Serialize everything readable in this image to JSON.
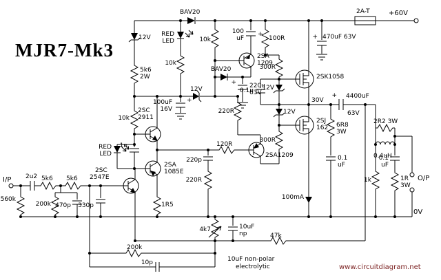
{
  "title": "MJR7-Mk3",
  "watermark": "www.circuitdiagram.net",
  "note": {
    "l1": "10uF non-polar",
    "l2": "electrolytic"
  },
  "terminals": {
    "input": "I/P",
    "output": "O/P",
    "vplus": "+60V",
    "vzero": "0V"
  },
  "supply": {
    "fuse": "2A-T",
    "bias_current": "100mA",
    "mid_voltage": "30V"
  },
  "colors": {
    "ink": "#000000",
    "watermark": "#7a1f1f",
    "background": "#ffffff"
  },
  "labels": {
    "d_top": "BAV20",
    "d_mid": "BAV20",
    "led1_l1": "RED",
    "led1_l2": "LED",
    "led2_l1": "RED",
    "led2_l2": "LED",
    "z_chain": "12V",
    "z_horiz": "12V",
    "z_gate1": "12V",
    "z_gate2": "12V",
    "plus1": "+",
    "plus2": "+",
    "plus3": "+",
    "plus4": "+",
    "plus5": "+",
    "c_100uf_l1": "100",
    "c_100uf_l2": "uF",
    "c_470uf": "470uF 63V",
    "c_220u_l1": "220u",
    "c_220u_l2": "63V",
    "c_100uf16_l1": "100uF",
    "c_100uf16_l2": "16V",
    "c_4400_l1": "4400uF",
    "c_4400_l2": "63V",
    "c_01u_gate": "0.1u",
    "c_01u_z1_l1": "0.1",
    "c_01u_z1_l2": "uF",
    "c_01u_z2_l1": "0.1",
    "c_01u_z2_l2": "uF",
    "c_1n": "1n",
    "c_220p": "220p",
    "c_2u2": "2u2",
    "c_470p": "470p",
    "c_330p": "330p",
    "c_10uf_l1": "10uF",
    "c_10uf_l2": "np",
    "c_10p": "10p",
    "r_100r": "100R",
    "r_10k_a": "10k",
    "r_10k_b": "10k",
    "r_10k_c": "10k",
    "r_5k6_2w_l1": "5k6",
    "r_5k6_2w_l2": "2W",
    "r_300r_a": "300R",
    "r_300r_b": "300R",
    "r_220r_a": "220R",
    "r_220r_b": "220R",
    "r_120r": "120R",
    "r_6r8_l1": "6R8",
    "r_6r8_l2": "3W",
    "r_2r2": "2R2 3W",
    "l_04uh": "0.4uH",
    "r_1k": "1k",
    "r_1r_l1": "1R",
    "r_1r_l2": "3W",
    "r_5k6_a": "5k6",
    "r_5k6_b": "5k6",
    "r_560k": "560k",
    "r_200k_a": "200k",
    "r_200k_b": "200k",
    "r_1r5": "1R5",
    "r_4k7": "4k7",
    "r_47k": "47k",
    "q1_l1": "2SA",
    "q1_l2": "1209",
    "q2_l1": "2SC",
    "q2_l2": "2911",
    "q3_l1": "2SA",
    "q3_l2": "1085E",
    "q4_l1": "2SC",
    "q4_l2": "2547E",
    "q5": "2SA1209",
    "q_k": "2SK1058",
    "q_j_l1": "2SJ",
    "q_j_l2": "162"
  }
}
